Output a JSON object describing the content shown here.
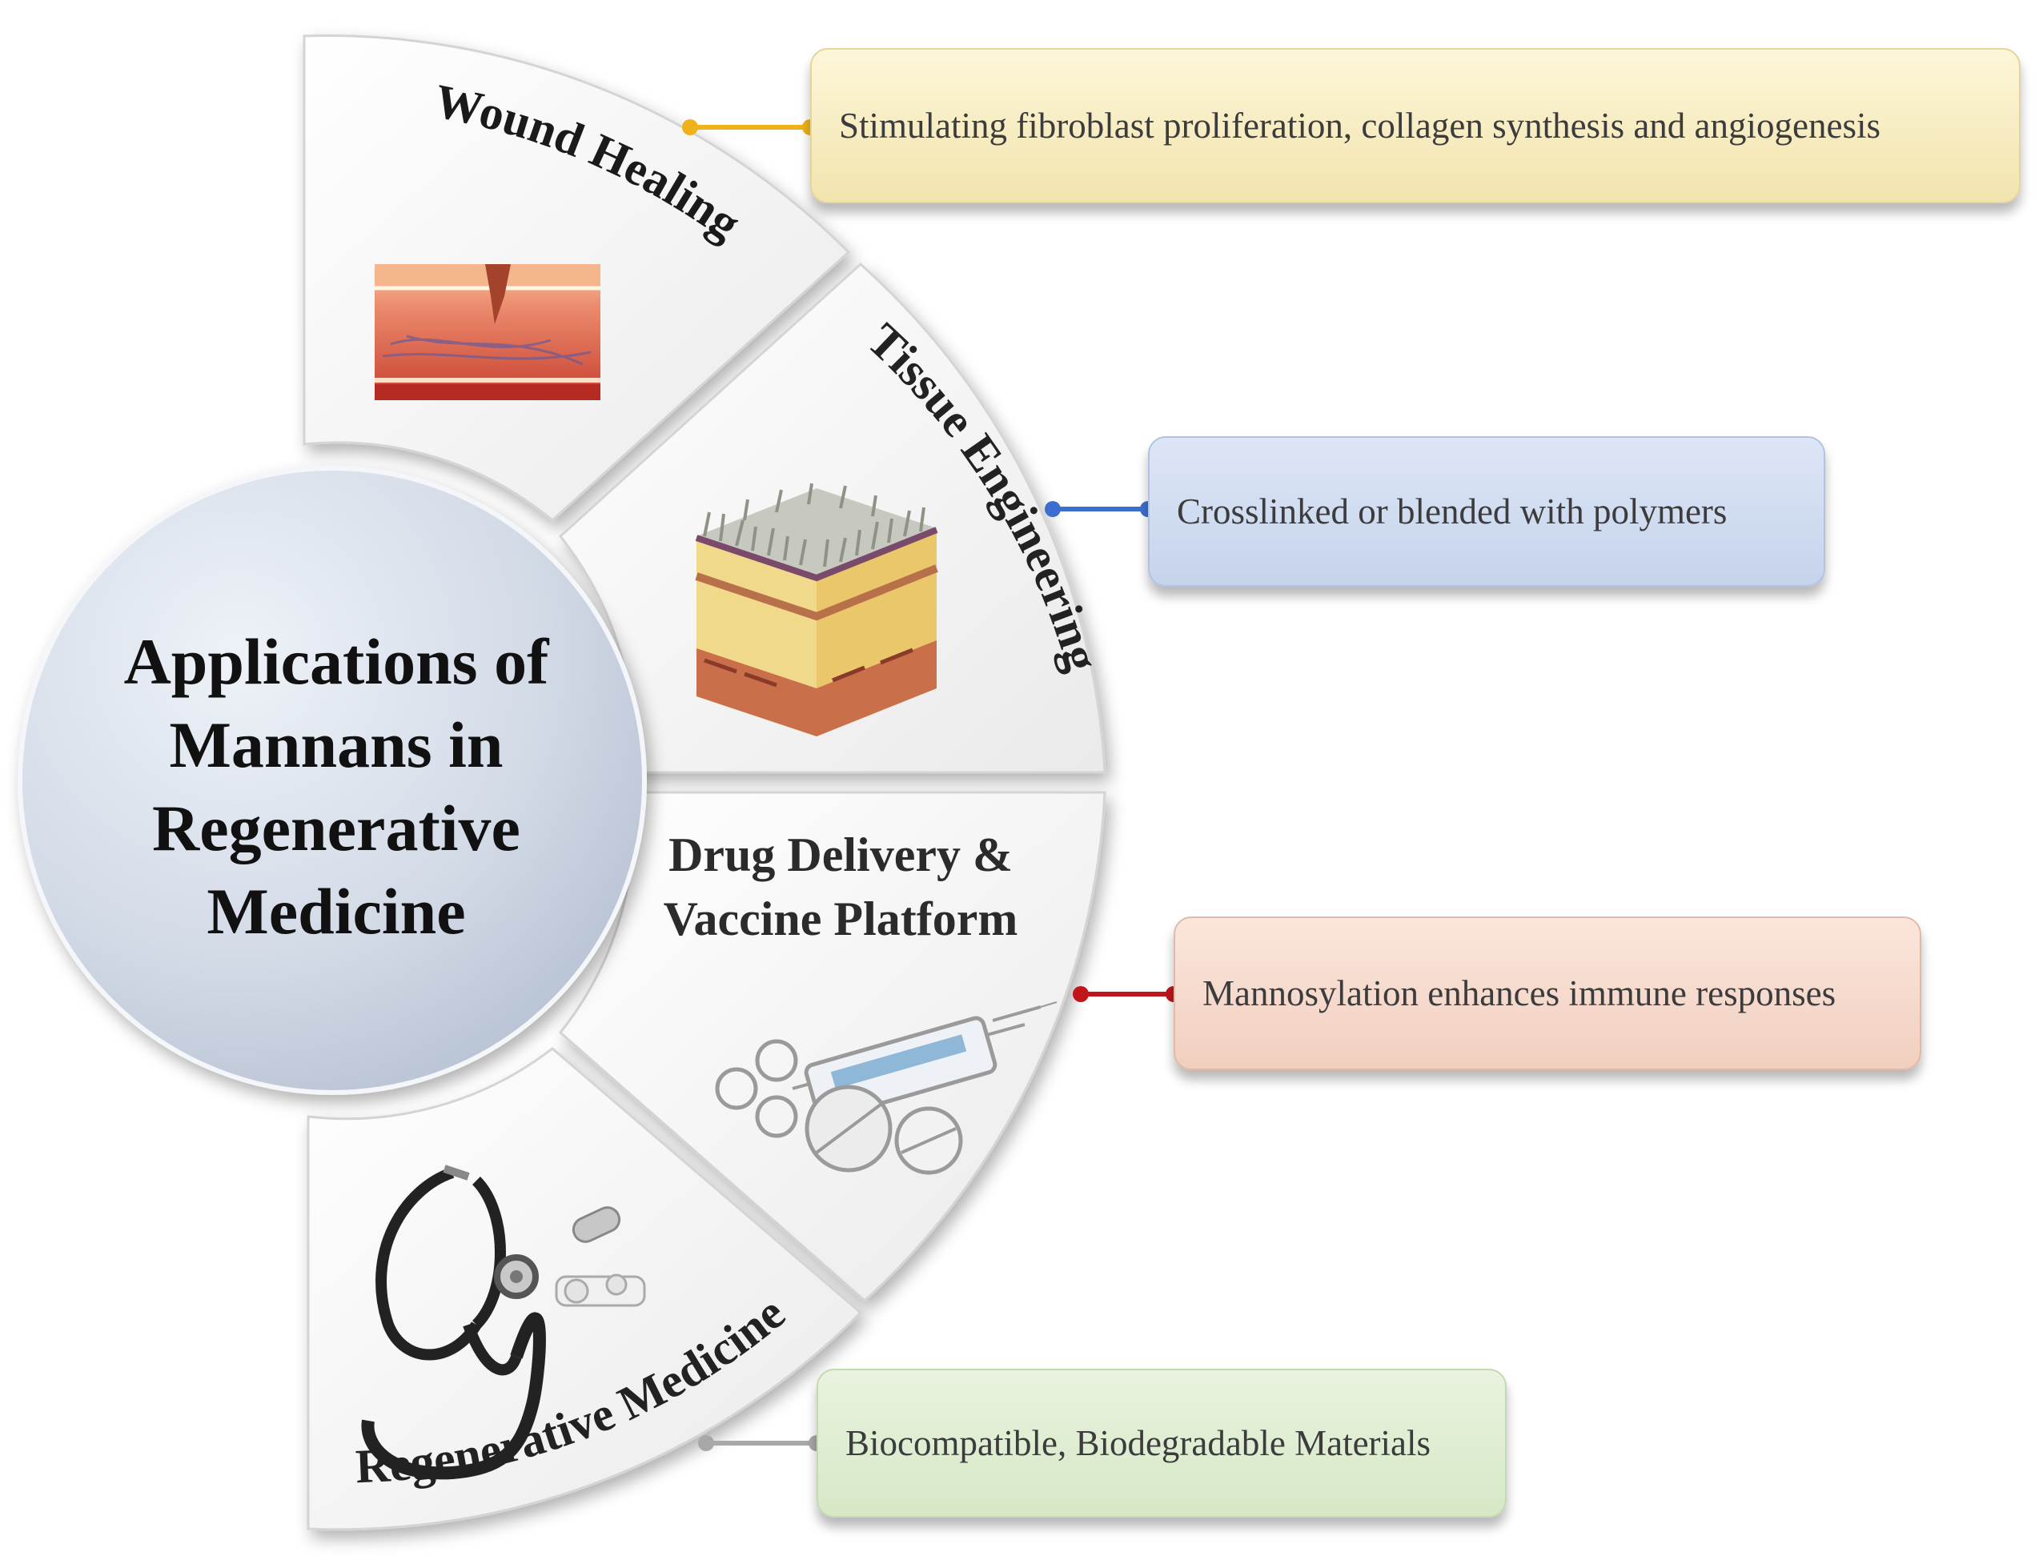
{
  "hub": {
    "title_lines": [
      "Applications of",
      "Mannans in",
      "Regenerative",
      "Medicine"
    ]
  },
  "sectors": [
    {
      "label": "Wound Healing",
      "icon": "skin-wound-icon",
      "color": "#f0b21a"
    },
    {
      "label": "Tissue Engineering",
      "icon": "skin-layers-icon",
      "color": "#3d6ecf"
    },
    {
      "label_lines": [
        "Drug Delivery &",
        "Vaccine Platform"
      ],
      "icon": "syringe-icon",
      "color": "#c0161b"
    },
    {
      "label": "Regenerative Medicine",
      "icon": "stethoscope-icon",
      "color": "#a8a8a8"
    }
  ],
  "descriptions": [
    "Stimulating  fibroblast proliferation,  collagen  synthesis  and angiogenesis",
    "Crosslinked or blended with  polymers",
    "Mannosylation  enhances immune  responses",
    "Biocompatible,  Biodegradable  Materials"
  ]
}
